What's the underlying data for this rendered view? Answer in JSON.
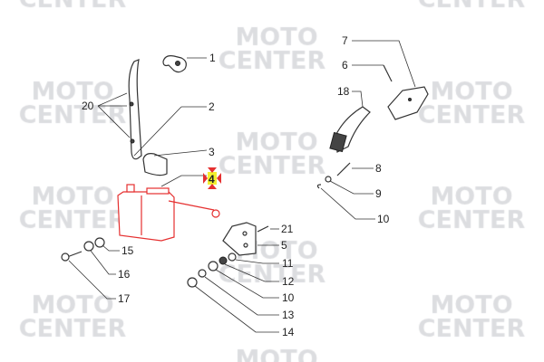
{
  "watermark": {
    "line1": "MOTO",
    "line2": "CENTER"
  },
  "highlight_color": "#e53030",
  "selected_part": "4",
  "callouts": [
    {
      "id": "1",
      "label": "1"
    },
    {
      "id": "2",
      "label": "2"
    },
    {
      "id": "3",
      "label": "3"
    },
    {
      "id": "4",
      "label": "4"
    },
    {
      "id": "20",
      "label": "20"
    },
    {
      "id": "7",
      "label": "7"
    },
    {
      "id": "6",
      "label": "6"
    },
    {
      "id": "18",
      "label": "18"
    },
    {
      "id": "8",
      "label": "8"
    },
    {
      "id": "9",
      "label": "9"
    },
    {
      "id": "10a",
      "label": "10"
    },
    {
      "id": "21",
      "label": "21"
    },
    {
      "id": "5",
      "label": "5"
    },
    {
      "id": "11",
      "label": "11"
    },
    {
      "id": "12",
      "label": "12"
    },
    {
      "id": "10b",
      "label": "10"
    },
    {
      "id": "13",
      "label": "13"
    },
    {
      "id": "14",
      "label": "14"
    },
    {
      "id": "15",
      "label": "15"
    },
    {
      "id": "16",
      "label": "16"
    },
    {
      "id": "17",
      "label": "17"
    }
  ]
}
